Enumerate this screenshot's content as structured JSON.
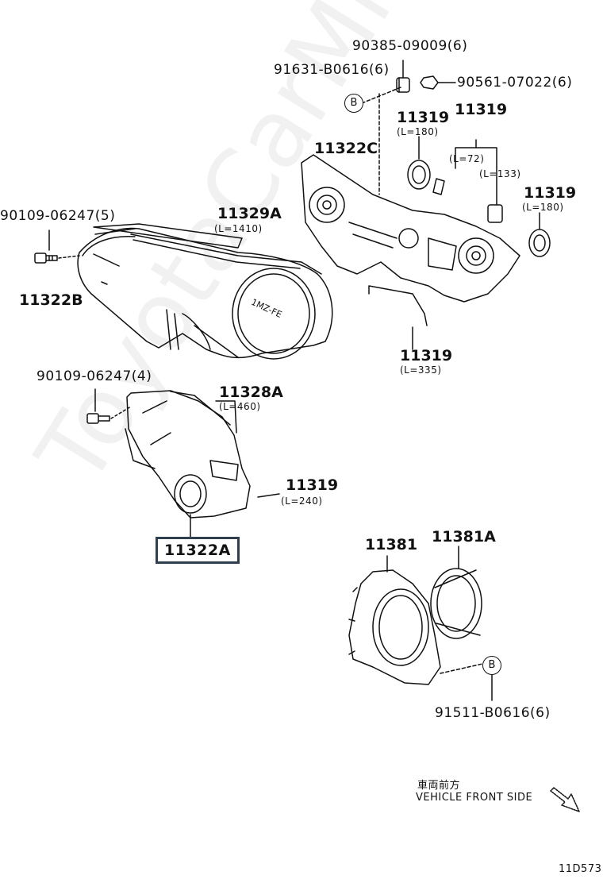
{
  "watermark": "ToyotaCarMile.ru",
  "labels": {
    "p_90385": "90385-09009(6)",
    "p_91631": "91631-B0616(6)",
    "p_90561": "90561-07022(6)",
    "p_11319_a": "11319",
    "p_11319_a_len": "(L=180)",
    "p_11319_b": "11319",
    "p_11319_b_len1": "(L=72)",
    "p_11319_b_len2": "(L=133)",
    "p_11322c": "11322C",
    "p_11319_c": "11319",
    "p_11319_c_len": "(L=180)",
    "p_90109_5": "90109-06247(5)",
    "p_11329a": "11329A",
    "p_11329a_len": "(L=1410)",
    "p_11322b": "11322B",
    "p_11319_d": "11319",
    "p_11319_d_len": "(L=335)",
    "p_90109_4": "90109-06247(4)",
    "p_11328a": "11328A",
    "p_11328a_len": "(L=460)",
    "p_11319_e": "11319",
    "p_11319_e_len": "(L=240)",
    "p_11322a": "11322A",
    "p_11381": "11381",
    "p_11381a": "11381A",
    "p_91511": "91511-B0616(6)",
    "ref_b1": "B",
    "ref_b2": "B",
    "front_jp": "車両前方",
    "front_en": "VEHICLE FRONT SIDE",
    "diagram_code": "11D573",
    "engine_mark": "1MZ-FE"
  },
  "colors": {
    "line": "#111111",
    "highlight_box": "#2f3f50"
  }
}
